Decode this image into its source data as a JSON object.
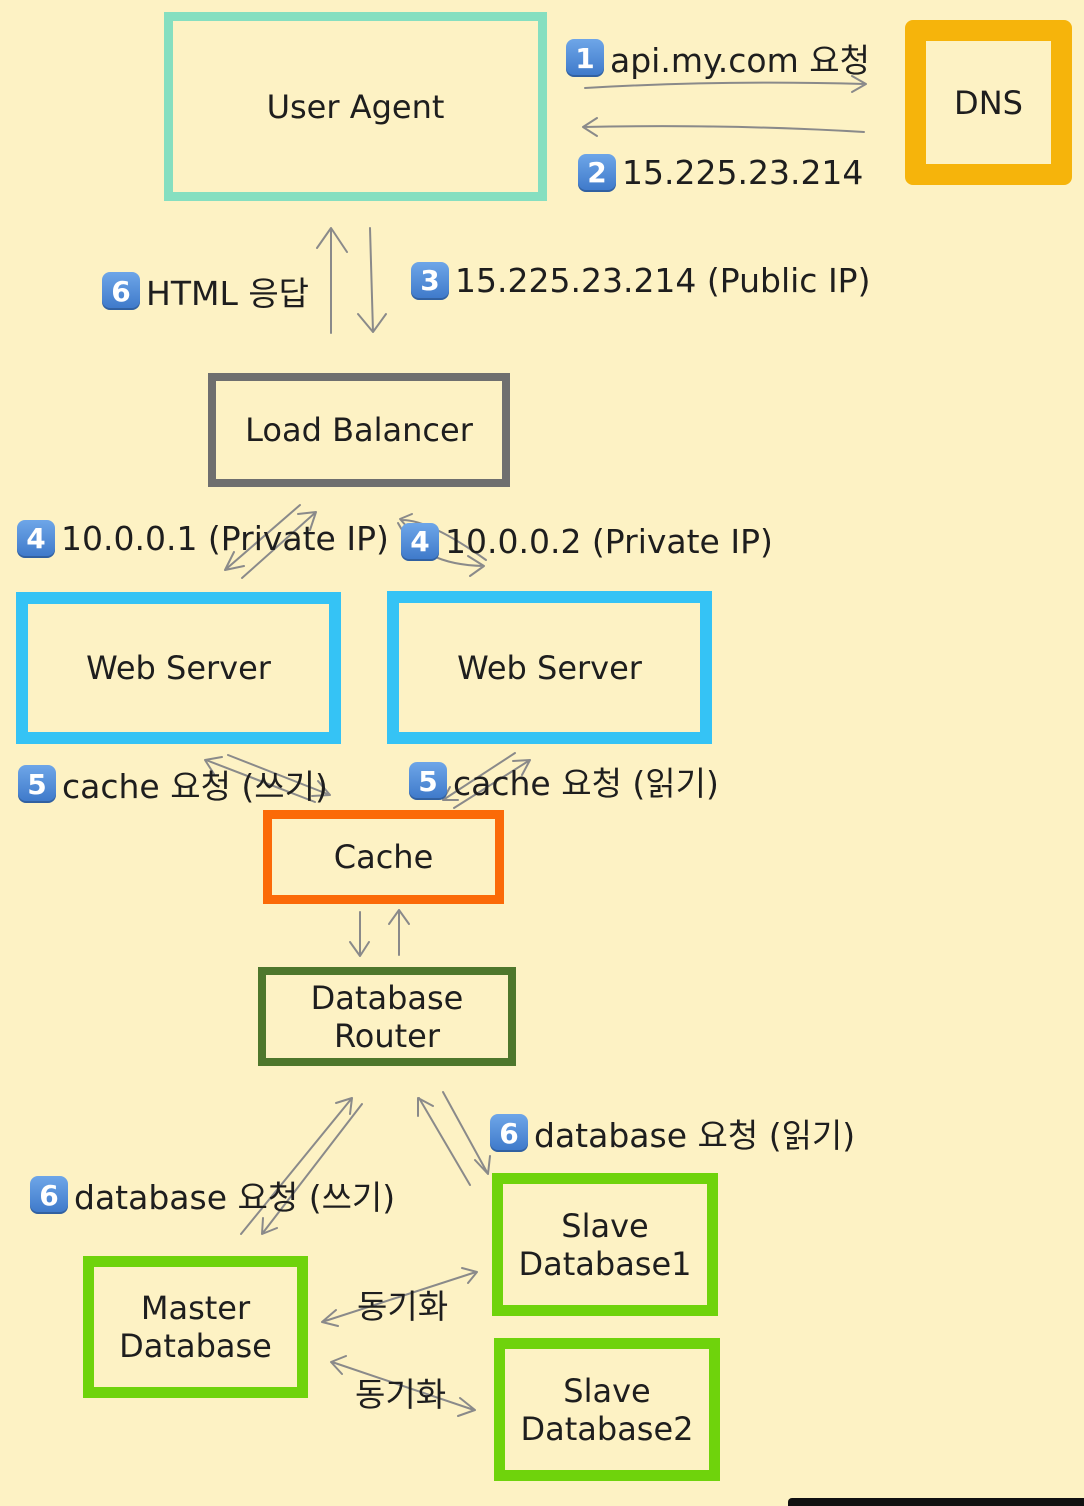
{
  "nodes": {
    "user_agent": "User Agent",
    "dns": "DNS",
    "load_balancer": "Load Balancer",
    "web_server_1": "Web Server",
    "web_server_2": "Web Server",
    "cache": "Cache",
    "db_router": [
      "Database",
      "Router"
    ],
    "master_db": [
      "Master",
      "Database"
    ],
    "slave_db1": [
      "Slave",
      "Database1"
    ],
    "slave_db2": [
      "Slave",
      "Database2"
    ]
  },
  "steps": [
    {
      "badge": "1",
      "text": "api.my.com 요청"
    },
    {
      "badge": "2",
      "text": "15.225.23.214"
    },
    {
      "badge": "3",
      "text": "15.225.23.214 (Public IP)"
    },
    {
      "badge": "6",
      "text": "HTML 응답"
    },
    {
      "badge": "4",
      "text": "10.0.0.1 (Private IP)"
    },
    {
      "badge": "4",
      "text": "10.0.0.2 (Private IP)"
    },
    {
      "badge": "5",
      "text": "cache 요청 (쓰기)"
    },
    {
      "badge": "5",
      "text": "cache 요청 (읽기)"
    },
    {
      "badge": "6",
      "text": "database 요청 (읽기)"
    },
    {
      "badge": "6",
      "text": "database 요청 (쓰기)"
    }
  ],
  "sync_labels": [
    "동기화",
    "동기화"
  ],
  "colors": {
    "background": "#fdf2c4",
    "user_agent": "#86dfc0",
    "dns": "#f6b40b",
    "load_balancer": "#6f6f6f",
    "web_server": "#35c3f5",
    "cache": "#fb6a08",
    "db_router": "#4e772c",
    "database": "#6fd30c",
    "arrow": "#8a8a8a",
    "badge": "#4a86d6"
  }
}
